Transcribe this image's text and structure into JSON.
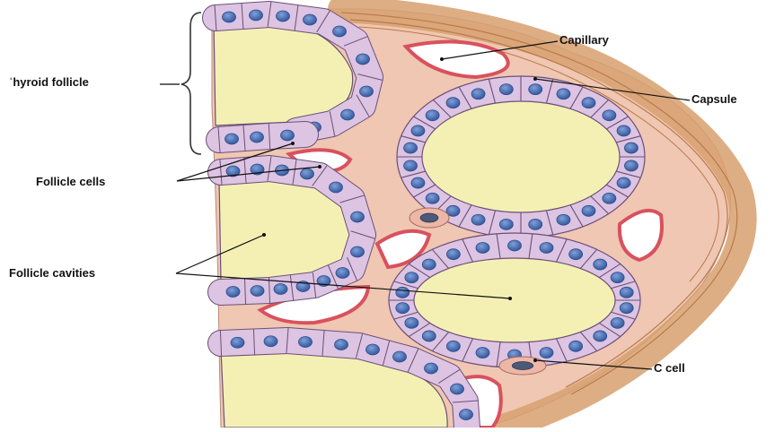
{
  "labels": {
    "thyroid_follicle": "ˈhyroid follicle",
    "capillary": "Capillary",
    "capsule": "Capsule",
    "follicle_cells": "Follicle cells",
    "follicle_cavities": "Follicle cavities",
    "c_cell": "C cell"
  },
  "colors": {
    "colloid": "#f4f0b4",
    "follicle_cell": "#ddc4e2",
    "follicle_cell_edge": "#6b4f78",
    "nucleus": "#4f75b8",
    "nucleus_dark": "#2d4f8e",
    "connective_tissue": "#efc7b2",
    "capsule": "#d7a06f",
    "capillary_wall": "#d9515e",
    "capillary_lumen": "#ffffff"
  }
}
